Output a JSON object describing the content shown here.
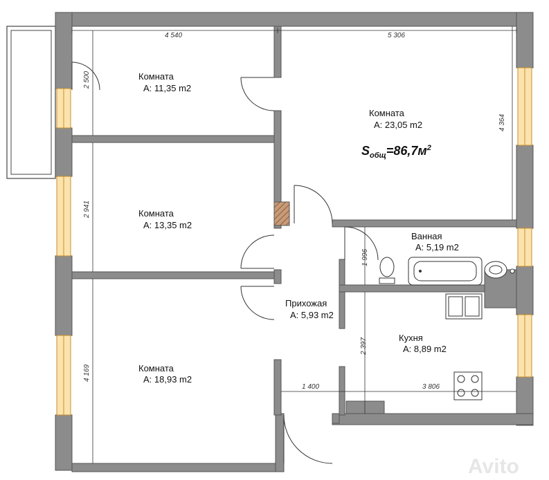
{
  "plan": {
    "total_area": {
      "prefix": "S",
      "subscript": "общ",
      "value": "=86,7м",
      "superscript": "2"
    },
    "rooms": [
      {
        "name": "Комната",
        "area": "A: 11,35 m2"
      },
      {
        "name": "Комната",
        "area": "A: 23,05 m2"
      },
      {
        "name": "Комната",
        "area": "A: 13,35 m2"
      },
      {
        "name": "Ванная",
        "area": "A: 5,19 m2"
      },
      {
        "name": "Прихожая",
        "area": "A: 5,93 m2"
      },
      {
        "name": "Кухня",
        "area": "A: 8,89 m2"
      },
      {
        "name": "Комната",
        "area": "A: 18,93 m2"
      }
    ],
    "dimensions": {
      "top_left": "4 540",
      "top_right": "5 306",
      "right_upper": "4 364",
      "left_top": "2 500",
      "left_mid": "2 941",
      "left_bottom": "4 169",
      "bath_height": "1 996",
      "kitchen_height": "2 397",
      "bottom_mid": "1 400",
      "bottom_right": "3 806"
    }
  },
  "watermark": "Avito",
  "colors": {
    "wall": "#8c8c8c",
    "window_frame": "#f2c36b",
    "stairs_hatch": "#b07a4f"
  }
}
